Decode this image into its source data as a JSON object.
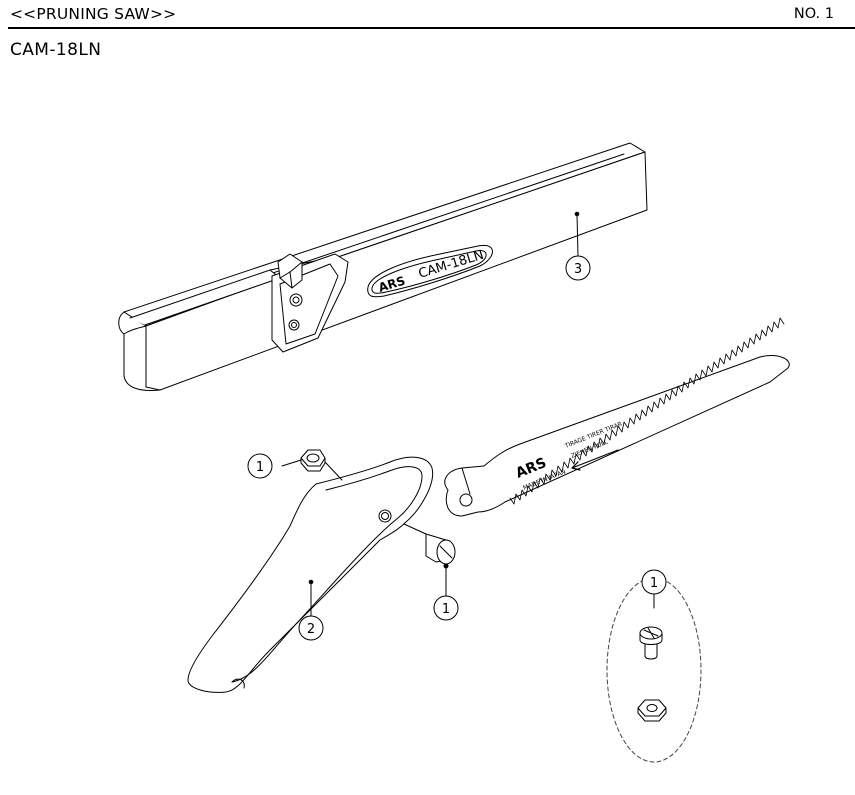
{
  "header": {
    "title": "<<PRUNING SAW>>",
    "page_no": "NO. 1"
  },
  "model": "CAM-18LN",
  "sheath": {
    "brand": "ARS",
    "model_text": "CAM-18LN"
  },
  "blade": {
    "brand": "ARS",
    "made_in": "MADE IN JAPAN",
    "pull_text_1": "TIRAGE TIRER TIRAR",
    "pull_text_2": "ZIEHEN PULL"
  },
  "callouts": [
    {
      "id": "callout-1-nut",
      "label": "1"
    },
    {
      "id": "callout-1-bolt",
      "label": "1"
    },
    {
      "id": "callout-1-detail",
      "label": "1"
    },
    {
      "id": "callout-2-handle",
      "label": "2"
    },
    {
      "id": "callout-3-sheath",
      "label": "3"
    }
  ],
  "colors": {
    "line": "#000000",
    "background": "#ffffff",
    "detail_outline": "#444444"
  }
}
